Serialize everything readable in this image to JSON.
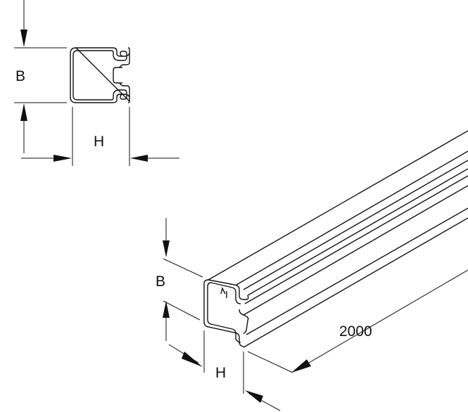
{
  "drawing": {
    "cross_section": {
      "label_B": "B",
      "label_H": "H"
    },
    "iso_view": {
      "label_B": "B",
      "label_H": "H",
      "length": "2000"
    }
  }
}
